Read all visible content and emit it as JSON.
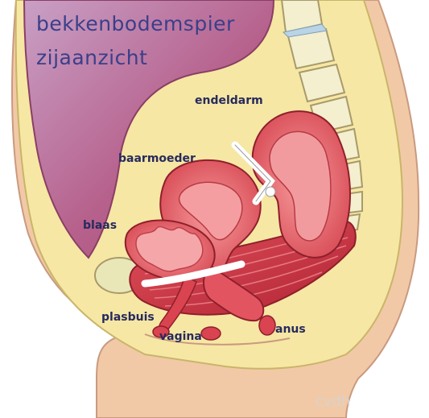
{
  "title": {
    "line1": "bekkenbodemspier",
    "line2": "zijaanzicht"
  },
  "labels": {
    "endeldarm": "endeldarm",
    "baarmoeder": "baarmoeder",
    "blaas": "blaas",
    "plasbuis": "plasbuis",
    "vagina": "vagina",
    "anus": "anus"
  },
  "credit": "cvdh",
  "colors": {
    "title_text": "#3a3f8a",
    "label_text": "#272a5e",
    "skin": "#f2c9a6",
    "fat": "#f6e7a4",
    "bone": "#f3efcf",
    "abdomen": "#b25d86",
    "organ_wall": "#d9404a",
    "muscle": "#c7303f",
    "ligament": "#ffffff",
    "credit_text": "#d9d2cc"
  }
}
